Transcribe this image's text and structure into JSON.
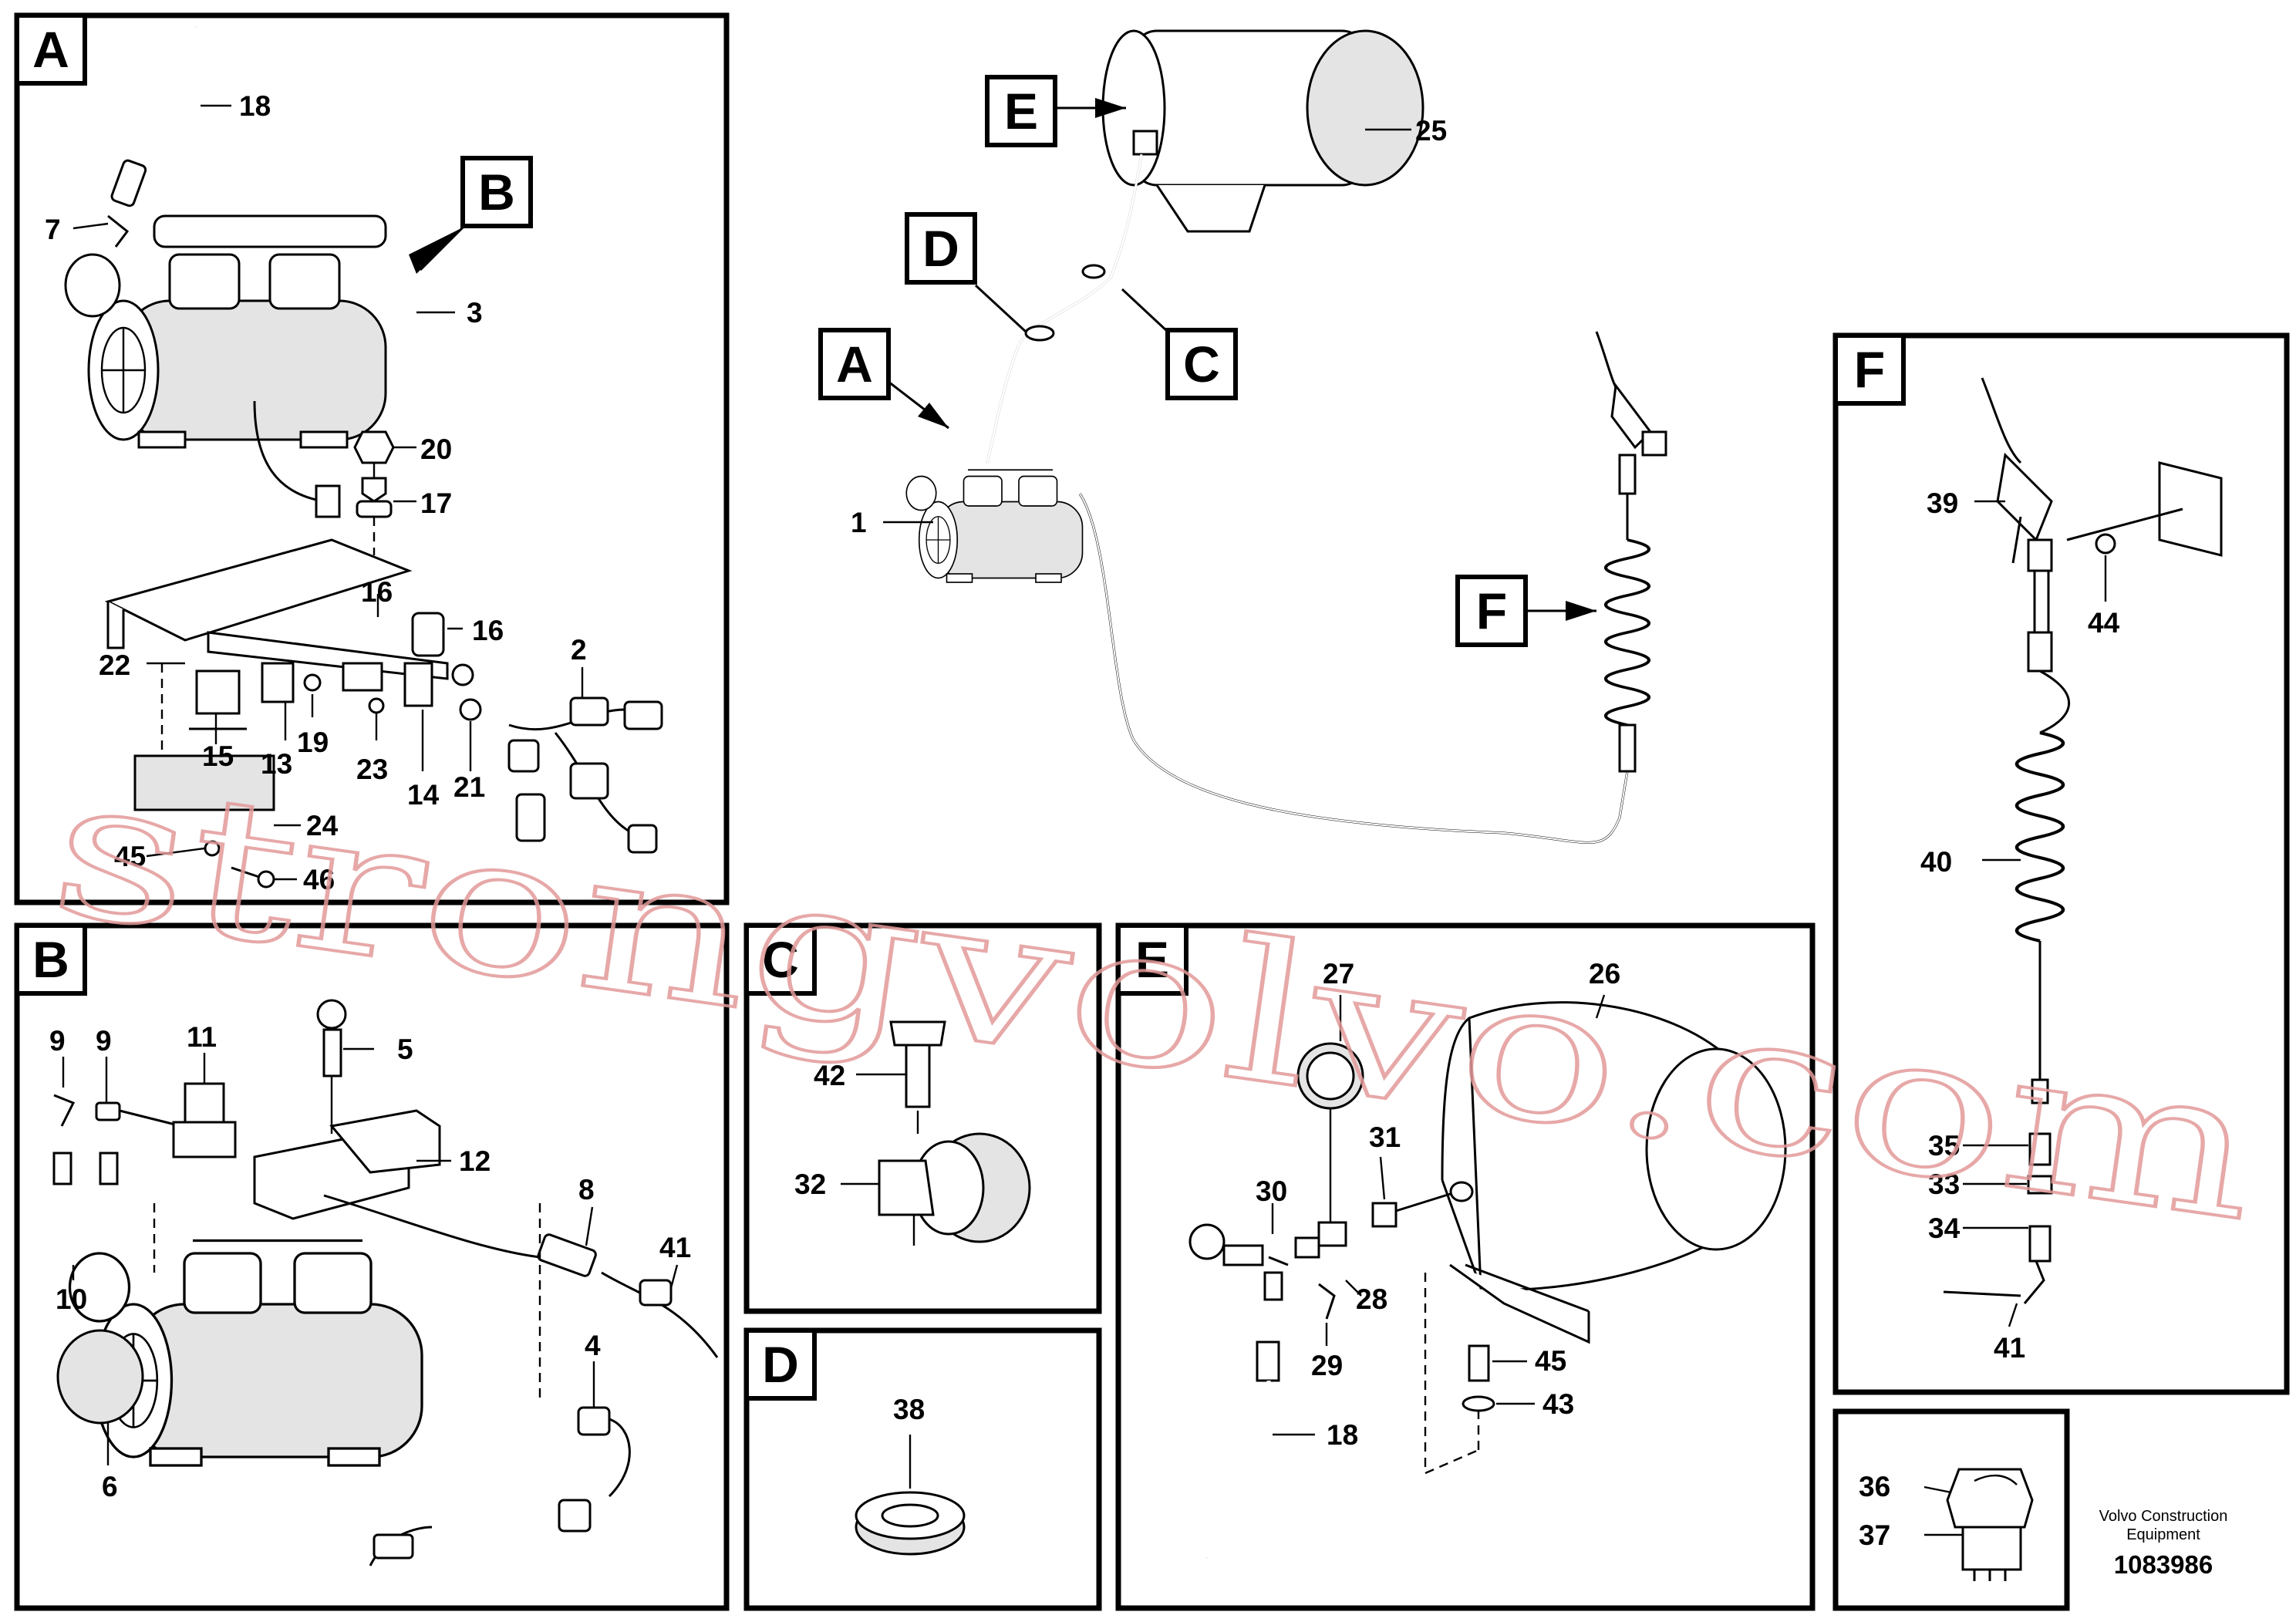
{
  "panels": {
    "A": {
      "label": "A",
      "callouts": [
        "18",
        "7",
        "3",
        "20",
        "17",
        "16",
        "16",
        "2",
        "22",
        "15",
        "13",
        "19",
        "23",
        "14",
        "21",
        "24",
        "45",
        "46"
      ]
    },
    "B": {
      "label": "B",
      "callouts": [
        "9",
        "9",
        "11",
        "5",
        "12",
        "8",
        "41",
        "10",
        "4",
        "6"
      ]
    },
    "C": {
      "label": "C",
      "callouts": [
        "42",
        "32"
      ]
    },
    "D": {
      "label": "D",
      "callouts": [
        "38"
      ]
    },
    "E": {
      "label": "E",
      "callouts": [
        "27",
        "26",
        "31",
        "30",
        "28",
        "29",
        "45",
        "43",
        "18"
      ]
    },
    "F": {
      "label": "F",
      "callouts": [
        "39",
        "44",
        "40",
        "35",
        "33",
        "34",
        "41"
      ]
    },
    "switch": {
      "callouts": [
        "36",
        "37"
      ]
    }
  },
  "overview": {
    "tags": [
      "E",
      "D",
      "A",
      "C",
      "F"
    ],
    "callouts": [
      "25",
      "1"
    ]
  },
  "footer": {
    "company_line1": "Volvo Construction",
    "company_line2": "Equipment",
    "drawing_number": "1083986"
  },
  "watermark": "strongvolvo.com",
  "colors": {
    "line": "#000000",
    "background": "#ffffff",
    "watermark": "#e39a9a"
  }
}
